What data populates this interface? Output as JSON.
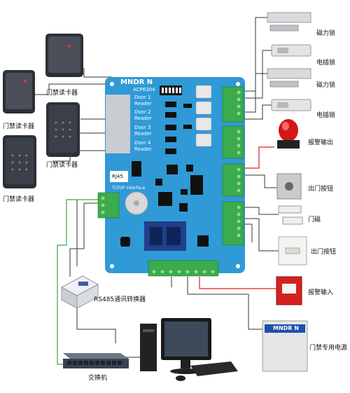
{
  "board": {
    "brand": "MNDR N",
    "model": "ACP6204",
    "doors": [
      {
        "line1": "Door 1",
        "line2": "Reader"
      },
      {
        "line1": "Door 2",
        "line2": "Reader"
      },
      {
        "line1": "Door 3",
        "line2": "Reader"
      },
      {
        "line1": "Door 4",
        "line2": "Reader"
      }
    ],
    "rj45": "RJ45",
    "tcpip": "TCP/IP Interface"
  },
  "readers": {
    "label1": "门禁读卡器",
    "label2": "门禁读卡器",
    "label3": "门禁读卡器",
    "label4": "门禁读卡器"
  },
  "devices": {
    "mag_lock_1": "磁力锁",
    "bolt_lock_1": "电插锁",
    "mag_lock_2": "磁力锁",
    "bolt_lock_2": "电插锁",
    "alarm_out": "报警输出",
    "exit_btn_1": "出门按钮",
    "door_sensor": "门磁",
    "exit_btn_2": "出门按钮",
    "alarm_in": "报警输入",
    "power_supply": "门禁专用电源",
    "power_brand": "MNDR N"
  },
  "network": {
    "converter": "RS485通讯转换器",
    "switch": "交换机"
  },
  "colors": {
    "board": "#2f9ad6",
    "terminal": "#3cab4b",
    "alarm_wire": "#e02020",
    "wire": "#333333"
  }
}
